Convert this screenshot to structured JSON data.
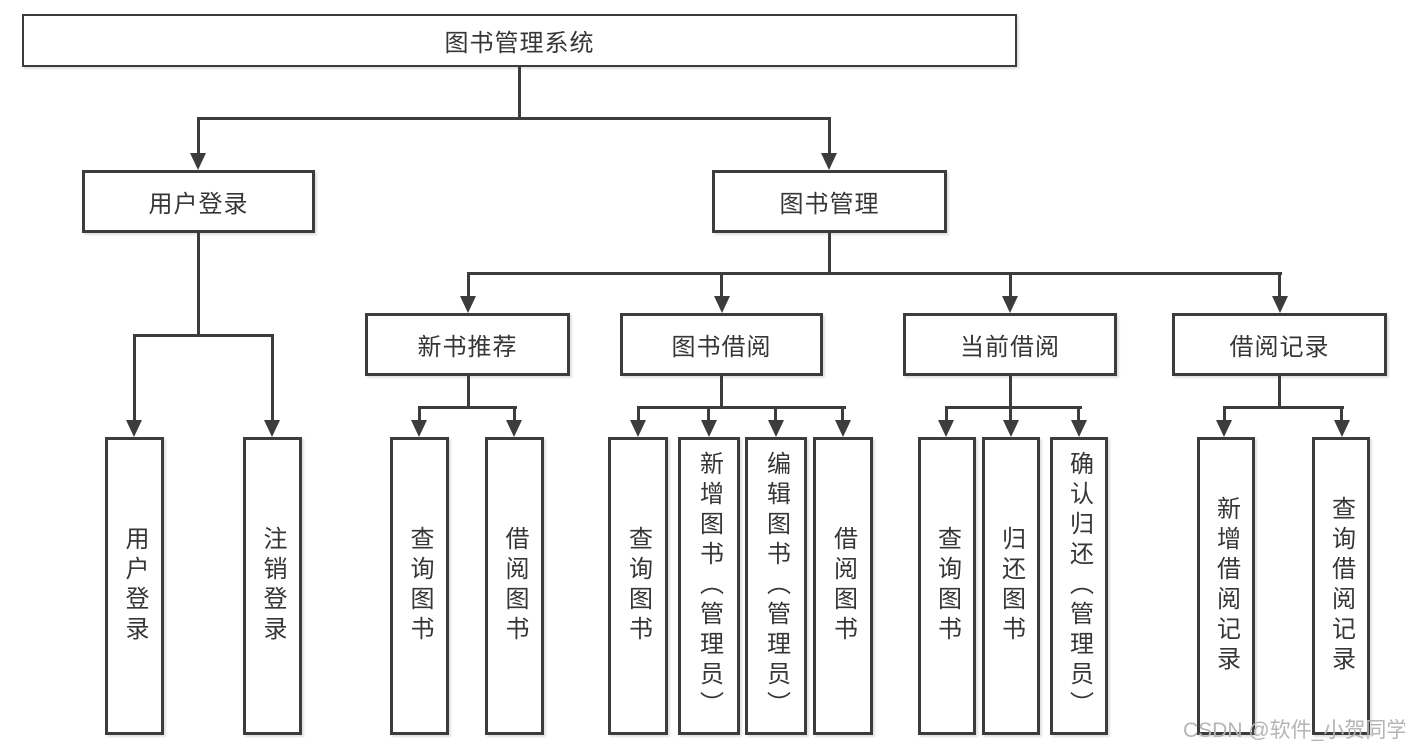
{
  "diagram": {
    "root": {
      "label": "图书管理系统"
    },
    "branches": [
      {
        "label": "用户登录",
        "children": [
          {
            "label": "用户登录"
          },
          {
            "label": "注销登录"
          }
        ]
      },
      {
        "label": "图书管理",
        "children": [
          {
            "label": "新书推荐",
            "children": [
              {
                "label": "查询图书"
              },
              {
                "label": "借阅图书"
              }
            ]
          },
          {
            "label": "图书借阅",
            "children": [
              {
                "label": "查询图书"
              },
              {
                "label": "新增图书（管理员）"
              },
              {
                "label": "编辑图书（管理员）"
              },
              {
                "label": "借阅图书"
              }
            ]
          },
          {
            "label": "当前借阅",
            "children": [
              {
                "label": "查询图书"
              },
              {
                "label": "归还图书"
              },
              {
                "label": "确认归还（管理员）"
              }
            ]
          },
          {
            "label": "借阅记录",
            "children": [
              {
                "label": "新增借阅记录"
              },
              {
                "label": "查询借阅记录"
              }
            ]
          }
        ]
      }
    ]
  },
  "watermark": {
    "text": "CSDN @软件_小贺同学"
  },
  "colors": {
    "line": "#3c3c3c",
    "text": "#363636",
    "background": "#ffffff",
    "watermark": "#b5b5b5"
  }
}
